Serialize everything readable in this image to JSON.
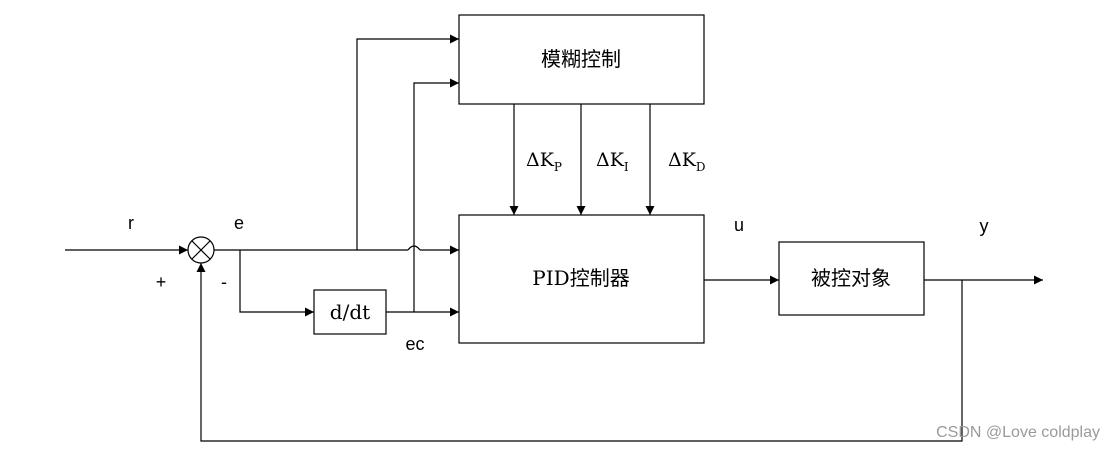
{
  "blocks": {
    "fuzzy": "模糊控制",
    "pid": "PID控制器",
    "plant": "被控对象",
    "derivative": "d/dt"
  },
  "signals": {
    "r": "r",
    "e": "e",
    "ec": "ec",
    "u": "u",
    "y": "y",
    "plus": "+",
    "minus": "-"
  },
  "gains": {
    "kp": {
      "base": "ΔK",
      "sub": "P"
    },
    "ki": {
      "base": "ΔK",
      "sub": "I"
    },
    "kd": {
      "base": "ΔK",
      "sub": "D"
    }
  },
  "watermark": "CSDN @Love coldplay"
}
